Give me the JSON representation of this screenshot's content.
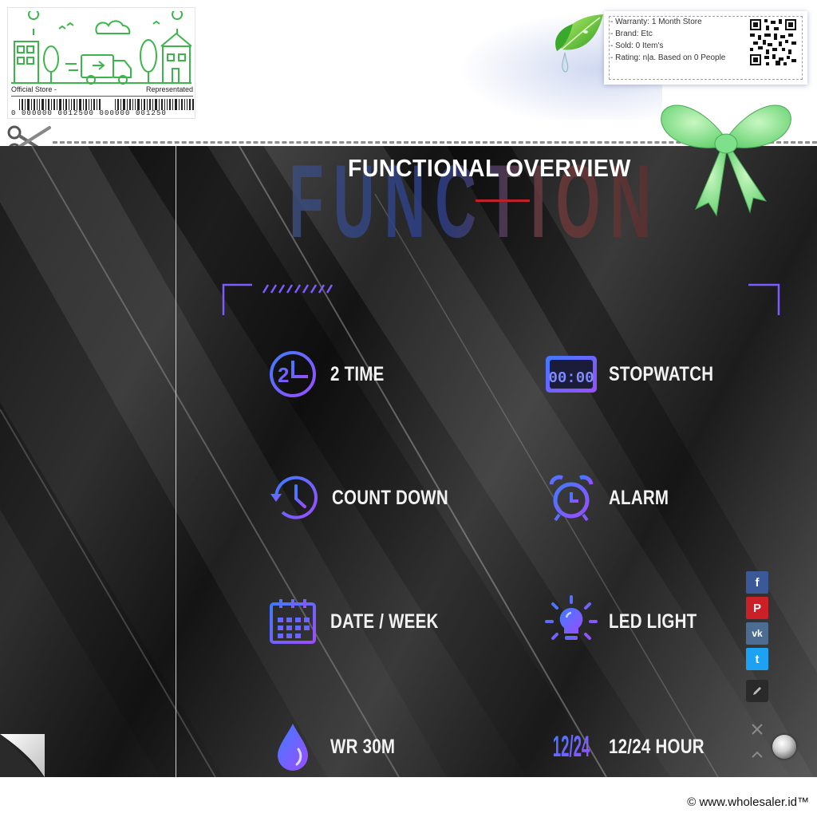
{
  "store_card": {
    "left_label": "Official Store -",
    "right_label": "Representated",
    "barcode_numbers": "0 000000 0012500 000000 001250"
  },
  "info_box": {
    "lines": [
      "- Warranty: 1 Month Store",
      "- Brand: Etc",
      "- Sold: 0 Item's",
      "- Rating: n|a. Based on 0 People"
    ]
  },
  "panel": {
    "background_word": "FUNCTION",
    "title": "FUNCTIONAL OVERVIEW",
    "accent_color": "#c0202a"
  },
  "features": [
    {
      "label": "2 TIME",
      "icon": "dual-time-icon"
    },
    {
      "label": "STOPWATCH",
      "icon": "stopwatch-display-icon",
      "display_text": "00:00"
    },
    {
      "label": "COUNT DOWN",
      "icon": "countdown-clock-icon"
    },
    {
      "label": "ALARM",
      "icon": "alarm-clock-icon"
    },
    {
      "label": "DATE / WEEK",
      "icon": "calendar-icon"
    },
    {
      "label": "LED LIGHT",
      "icon": "light-bulb-icon"
    },
    {
      "label": "WR 30M",
      "icon": "water-drop-icon"
    },
    {
      "label": "12/24 HOUR",
      "icon": "hour-format-icon",
      "display_text": "12/24"
    }
  ],
  "icon_gradient": [
    "#3f7bff",
    "#9b4dff"
  ],
  "social": [
    {
      "name": "facebook",
      "glyph": "f",
      "color": "#3b5998"
    },
    {
      "name": "pinterest",
      "glyph": "P",
      "color": "#cb2027"
    },
    {
      "name": "vk",
      "glyph": "vk",
      "color": "#4c6c91"
    },
    {
      "name": "twitter",
      "glyph": "t",
      "color": "#1da1f2"
    }
  ],
  "footer": {
    "copyright": "© www.wholesaler.id™"
  }
}
